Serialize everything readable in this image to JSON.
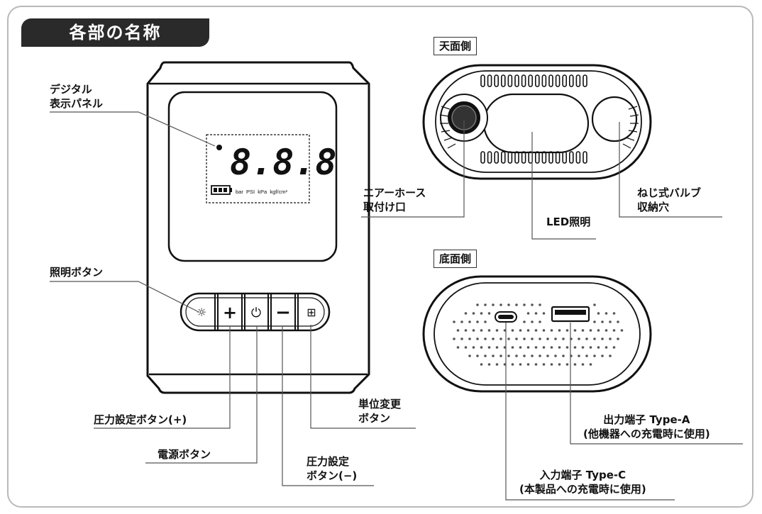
{
  "title": "各部の名称",
  "front": {
    "display_digits": "8.8.8",
    "units_text": "bar  PSI  kPa  kgf/cm²",
    "labels": {
      "display_panel_1": "デジタル",
      "display_panel_2": "表示パネル",
      "light_button": "照明ボタン",
      "pressure_plus": "圧力設定ボタン(+)",
      "power_button": "電源ボタン",
      "pressure_minus_1": "圧力設定",
      "pressure_minus_2": "ボタン(−)",
      "unit_change_1": "単位変更",
      "unit_change_2": "ボタン"
    },
    "buttons": [
      "☼",
      "+",
      "⏻",
      "−",
      "⊞"
    ]
  },
  "top_view": {
    "heading": "天面側",
    "labels": {
      "hose_1": "エアーホース",
      "hose_2": "取付け口",
      "led": "LED照明",
      "valve_1": "ねじ式バルブ",
      "valve_2": "収納穴"
    }
  },
  "bottom_view": {
    "heading": "底面側",
    "labels": {
      "output_1": "出力端子 Type-A",
      "output_2": "(他機器への充電時に使用)",
      "input_1": "入力端子 Type-C",
      "input_2": "(本製品への充電時に使用)"
    }
  }
}
